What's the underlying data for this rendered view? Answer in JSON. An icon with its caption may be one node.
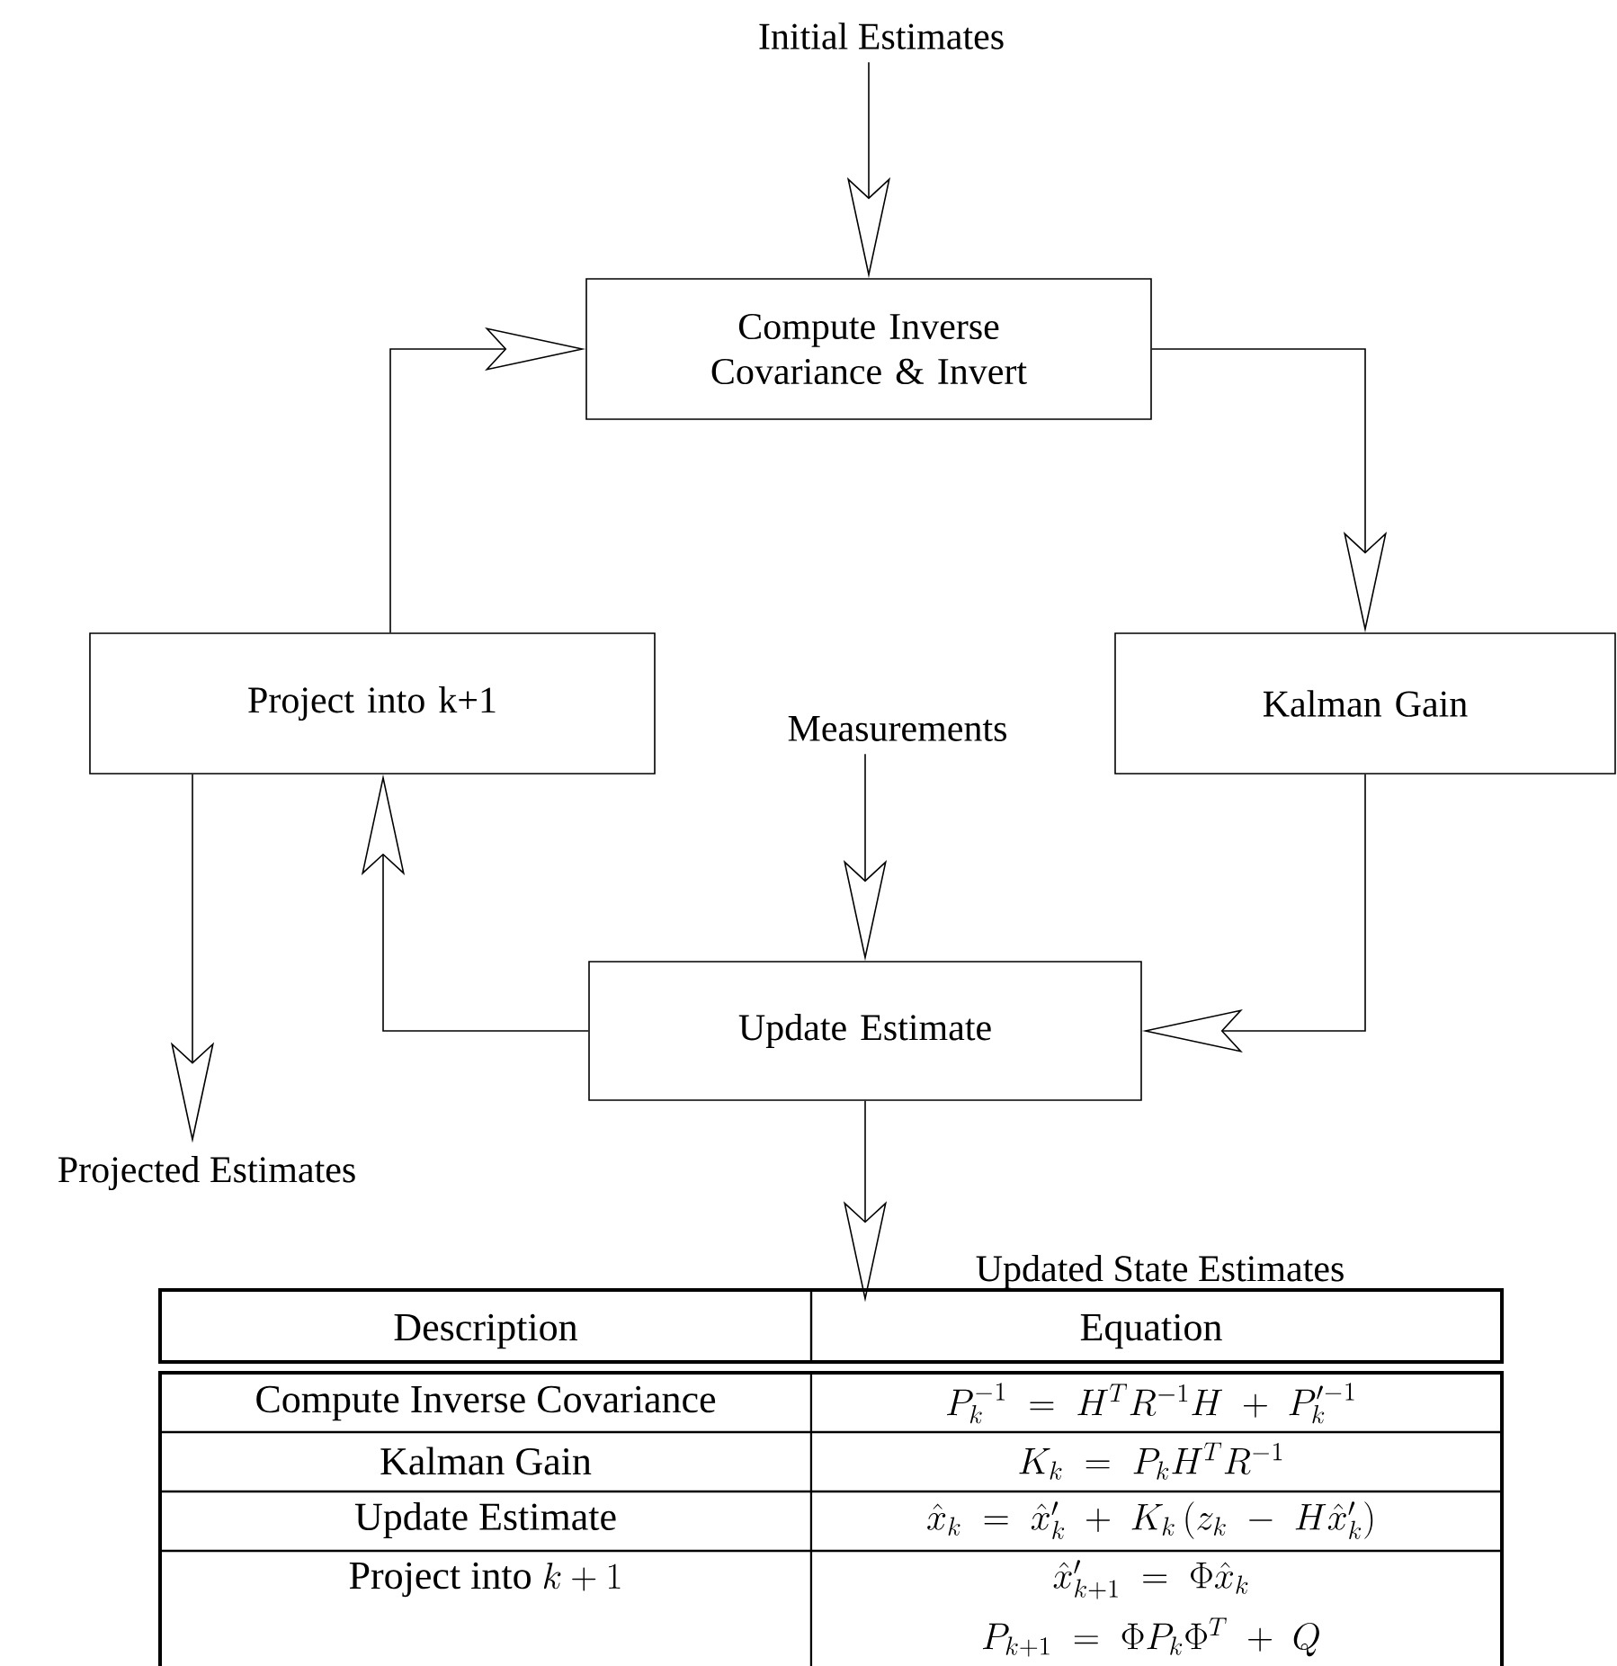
{
  "diagram": {
    "nodes": [
      {
        "text": [
          "Initial Estimates"
        ]
      },
      {
        "text": [
          "Compute Inverse Covariance & Invert"
        ]
      },
      {
        "text": [
          "Project into k+1"
        ]
      },
      {
        "text": [
          "Measurements"
        ]
      },
      {
        "text": [
          "Kalman Gain"
        ]
      },
      {
        "text": [
          "Update Estimate"
        ]
      },
      {
        "text": [
          "Projected Estimates"
        ]
      },
      {
        "text": [
          "Updated State Estimates"
        ]
      }
    ],
    "edges": [
      {
        "from": 0,
        "to": 1,
        "arrow": "to"
      },
      {
        "from": 2,
        "to": 1,
        "arrow": "to"
      },
      {
        "from": 1,
        "to": 4,
        "arrow": "to"
      },
      {
        "from": 3,
        "to": 5,
        "arrow": "to"
      },
      {
        "from": 4,
        "to": 5,
        "arrow": "to"
      },
      {
        "from": 5,
        "to": 2,
        "arrow": "to"
      },
      {
        "from": 2,
        "to": 6,
        "arrow": "to"
      },
      {
        "from": 5,
        "to": 7,
        "arrow": "to"
      }
    ],
    "labels": [
      "Description",
      "Equation",
      "Compute Inverse Covariance",
      "P_k^{-1} \\;=\\; H^T R^{-1} H \\;+\\; P_k^{\\prime -1}",
      "Kalman Gain",
      "K_k \\;=\\; P_k H^T R^{-1}",
      "Update Estimate",
      "\\hat{x}_k \\;=\\; \\hat{x}'_k \\;+\\; K_k\\,(z_k \\;-\\; H\\hat{x}'_k)",
      "\\mbox{Project into }k+1",
      "\\hat{x}'_{k+1} \\;=\\; \\Phi\\hat{x}_k",
      "P_{k+1} \\;=\\; \\Phi P_k \\Phi^T \\;+\\; Q"
    ]
  }
}
